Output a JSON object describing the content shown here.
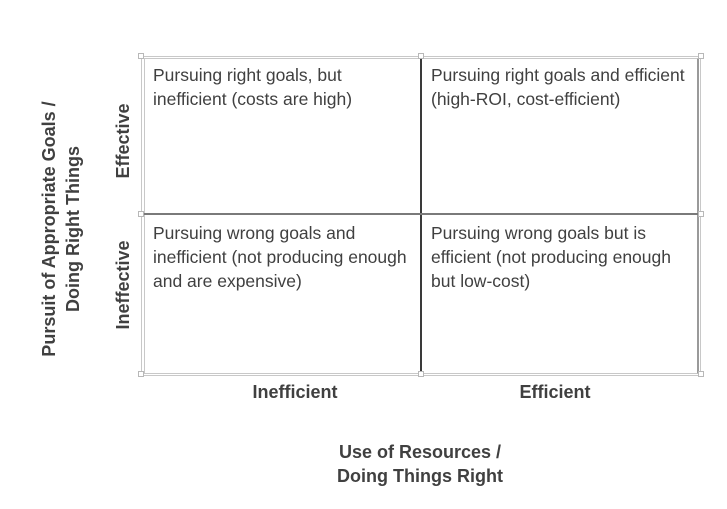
{
  "matrix": {
    "quadrants": {
      "top_left": "Pursuing right goals, but inefficient (costs are high)",
      "top_right": "Pursuing right goals and efficient (high-ROI, cost-efficient)",
      "bottom_left": "Pursuing wrong goals and inefficient (not producing enough and are expensive)",
      "bottom_right": "Pursuing wrong goals but is efficient (not producing enough but low-cost)"
    }
  },
  "x_axis": {
    "left_label": "Inefficient",
    "right_label": "Efficient",
    "title_line1": "Use of Resources /",
    "title_line2": "Doing Things Right"
  },
  "y_axis": {
    "top_label": "Effective",
    "bottom_label": "Ineffective",
    "title_line1": "Pursuit of Appropriate Goals /",
    "title_line2": "Doing Right Things"
  },
  "colors": {
    "text": "#404040",
    "frame": "#c8c8c8",
    "divider_vertical": "#3a3a3a",
    "divider_horizontal": "#7a7a7a"
  }
}
